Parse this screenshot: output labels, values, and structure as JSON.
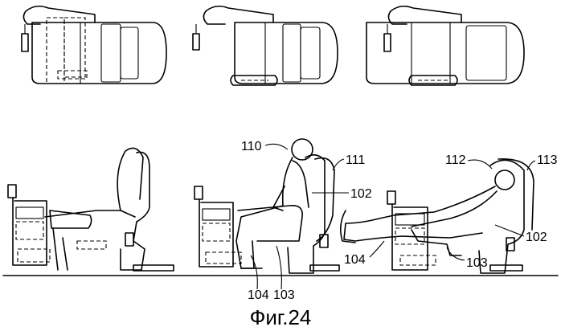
{
  "figure": {
    "caption": "Фиг.24",
    "reference_numerals": {
      "n110": "110",
      "n111": "111",
      "n102a": "102",
      "n104a": "104",
      "n103a": "103",
      "n112": "112",
      "n113": "113",
      "n102b": "102",
      "n104b": "104",
      "n103b": "103"
    },
    "views": {
      "top": [
        "seat-plan-upright",
        "seat-plan-recline",
        "seat-plan-bed"
      ],
      "side": [
        "seat-side-empty",
        "seat-side-seated",
        "seat-side-reclined"
      ]
    }
  }
}
